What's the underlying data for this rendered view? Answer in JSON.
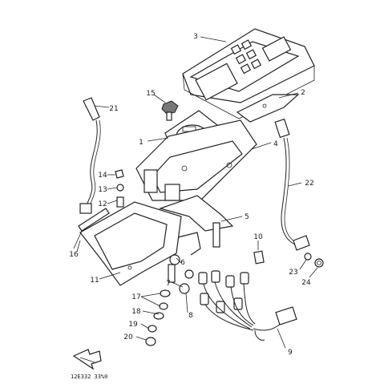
{
  "callouts": [
    "1",
    "2",
    "3",
    "4",
    "5",
    "6",
    "7",
    "8",
    "9",
    "10",
    "11",
    "12",
    "13",
    "14",
    "15",
    "16",
    "17",
    "18",
    "19",
    "20",
    "21",
    "22",
    "23",
    "24"
  ],
  "drawing_code": "12E332 33%0"
}
